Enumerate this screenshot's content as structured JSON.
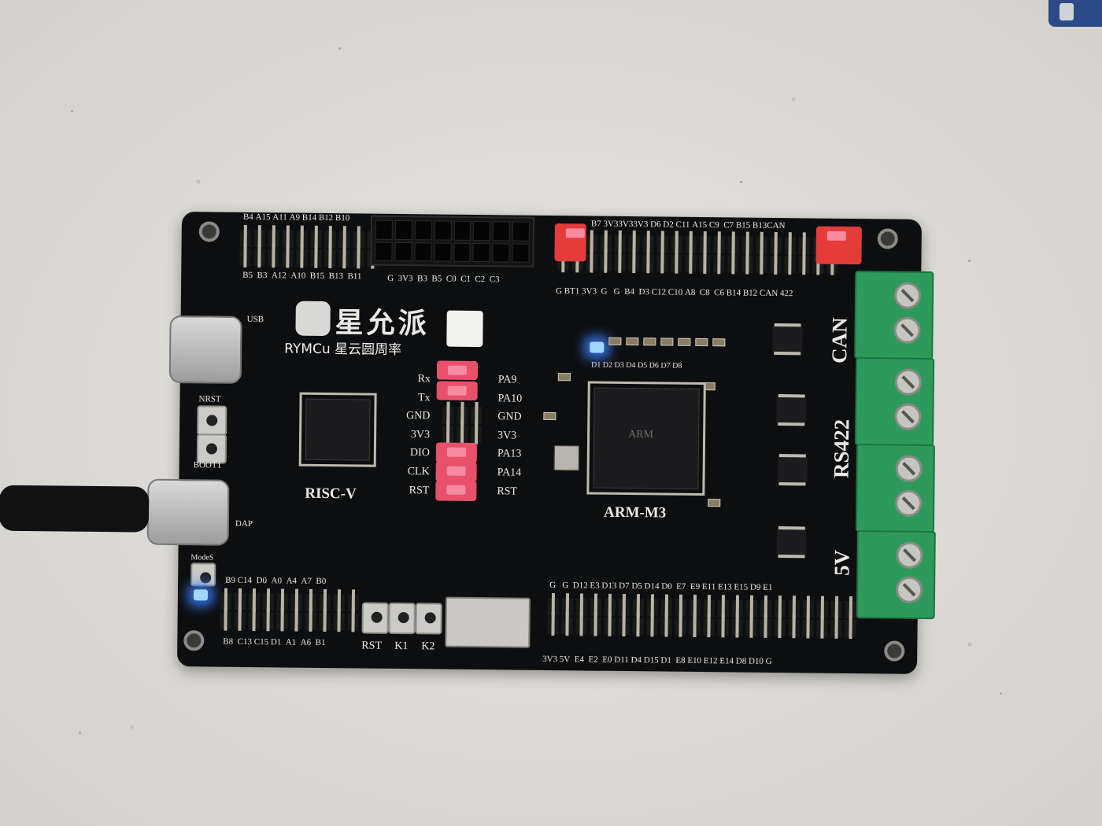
{
  "photo": {
    "subject": "microcontroller development board",
    "surface_color": "#dcdad5",
    "board_color": "#0d0e10"
  },
  "board": {
    "brand_name": "星允派",
    "watermark": "RYMCu 星云圆周率",
    "labels": {
      "usb": "USB",
      "dap": "DAP",
      "nrst": "NRST",
      "boot1": "BOOT1",
      "modes": "ModeS",
      "risc_v": "RISC-V",
      "arm_m3": "ARM-M3",
      "arm_chip_mark": "ARM",
      "can": "CAN",
      "rs422": "RS422",
      "five_v": "5V",
      "rst_button": "RST",
      "k1": "K1",
      "k2": "K2"
    },
    "top_left_header": {
      "top": [
        "B4",
        "A15",
        "A11",
        "A9",
        "B14",
        "B12",
        "B10"
      ],
      "bottom": [
        "B5",
        "B3",
        "A12",
        "A10",
        "B15",
        "B13",
        "B11"
      ]
    },
    "top_middle_header": {
      "bottom": [
        "G",
        "3V3",
        "B3",
        "B5",
        "C0",
        "C1",
        "C2",
        "C3"
      ]
    },
    "top_right_header": {
      "top": [
        "B7",
        "3V3",
        "3V3",
        "3V3",
        "D6",
        "D2",
        "C11",
        "A15",
        "C9",
        "C7",
        "B15",
        "B13",
        "CAN"
      ],
      "bottom": [
        "G",
        "BT1",
        "3V3",
        "G",
        "G",
        "B4",
        "D3",
        "C12",
        "C10",
        "A8",
        "C8",
        "C6",
        "B14",
        "B12",
        "CAN",
        "422"
      ]
    },
    "jumper_block": {
      "left": [
        "Rx",
        "Tx",
        "GND",
        "3V3",
        "DIO",
        "CLK",
        "RST"
      ],
      "right": [
        "PA9",
        "PA10",
        "GND",
        "3V3",
        "PA13",
        "PA14",
        "RST"
      ]
    },
    "led_row": {
      "labels": [
        "D1",
        "D2",
        "D3",
        "D4",
        "D5",
        "D6",
        "D7",
        "D8"
      ]
    },
    "bottom_left_header": {
      "top": [
        "B9",
        "C14",
        "D0",
        "A0",
        "A4",
        "A7",
        "B0"
      ],
      "bottom": [
        "B8",
        "C13",
        "C15",
        "D1",
        "A1",
        "A6",
        "B1"
      ]
    },
    "bottom_right_header": {
      "top": [
        "G",
        "G",
        "D12",
        "E3",
        "D13",
        "D7",
        "D5",
        "D14",
        "D0",
        "E7",
        "E9",
        "E11",
        "E13",
        "E15",
        "D9",
        "E1"
      ],
      "bottom": [
        "3V3",
        "5V",
        "E4",
        "E2",
        "E0",
        "D11",
        "D4",
        "D15",
        "D1",
        "E8",
        "E10",
        "E12",
        "E14",
        "D8",
        "D10",
        "G"
      ]
    },
    "colors": {
      "jumper_pink": "#e8506b",
      "jumper_red": "#e43c3a",
      "terminal_green": "#2d9a5c",
      "led_blue": "#3c82ff",
      "silkscreen": "#e9e9e6"
    }
  }
}
